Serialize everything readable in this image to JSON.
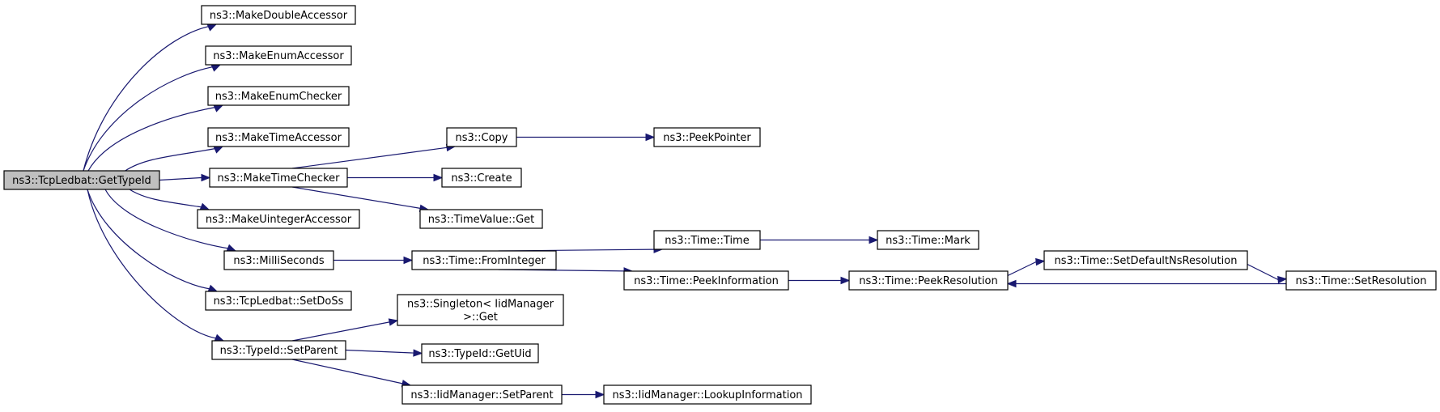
{
  "diagram": {
    "title": "",
    "edge_color": "#191970",
    "root_fill": "#bfbfbf",
    "nodes": [
      {
        "id": "root",
        "label": "ns3::TcpLedbat::GetTypeId",
        "root": true
      },
      {
        "id": "mkDblAcc",
        "label": "ns3::MakeDoubleAccessor"
      },
      {
        "id": "mkEnumAcc",
        "label": "ns3::MakeEnumAccessor"
      },
      {
        "id": "mkEnumChk",
        "label": "ns3::MakeEnumChecker"
      },
      {
        "id": "mkTimeAcc",
        "label": "ns3::MakeTimeAccessor"
      },
      {
        "id": "mkTimeChk",
        "label": "ns3::MakeTimeChecker"
      },
      {
        "id": "mkUintAcc",
        "label": "ns3::MakeUintegerAccessor"
      },
      {
        "id": "milli",
        "label": "ns3::MilliSeconds"
      },
      {
        "id": "setDoSs",
        "label": "ns3::TcpLedbat::SetDoSs"
      },
      {
        "id": "tidSetParent",
        "label": "ns3::TypeId::SetParent"
      },
      {
        "id": "copy",
        "label": "ns3::Copy"
      },
      {
        "id": "peekPtr",
        "label": "ns3::PeekPointer"
      },
      {
        "id": "create",
        "label": "ns3::Create"
      },
      {
        "id": "tvGet",
        "label": "ns3::TimeValue::Get"
      },
      {
        "id": "fromInt",
        "label": "ns3::Time::FromInteger"
      },
      {
        "id": "timeTime",
        "label": "ns3::Time::Time"
      },
      {
        "id": "timeMark",
        "label": "ns3::Time::Mark"
      },
      {
        "id": "peekInfo",
        "label": "ns3::Time::PeekInformation"
      },
      {
        "id": "peekRes",
        "label": "ns3::Time::PeekResolution"
      },
      {
        "id": "setDefRes",
        "label": "ns3::Time::SetDefaultNsResolution"
      },
      {
        "id": "setRes",
        "label": "ns3::Time::SetResolution"
      },
      {
        "id": "singleton",
        "label": [
          "ns3::Singleton< IidManager",
          ">::Get"
        ]
      },
      {
        "id": "getUid",
        "label": "ns3::TypeId::GetUid"
      },
      {
        "id": "iidSetParent",
        "label": "ns3::IidManager::SetParent"
      },
      {
        "id": "lookupInfo",
        "label": "ns3::IidManager::LookupInformation"
      }
    ],
    "edges": [
      [
        "root",
        "mkDblAcc"
      ],
      [
        "root",
        "mkEnumAcc"
      ],
      [
        "root",
        "mkEnumChk"
      ],
      [
        "root",
        "mkTimeAcc"
      ],
      [
        "root",
        "mkTimeChk"
      ],
      [
        "root",
        "mkUintAcc"
      ],
      [
        "root",
        "milli"
      ],
      [
        "root",
        "setDoSs"
      ],
      [
        "root",
        "tidSetParent"
      ],
      [
        "mkTimeChk",
        "copy"
      ],
      [
        "mkTimeChk",
        "create"
      ],
      [
        "mkTimeChk",
        "tvGet"
      ],
      [
        "copy",
        "peekPtr"
      ],
      [
        "milli",
        "fromInt"
      ],
      [
        "fromInt",
        "timeTime"
      ],
      [
        "fromInt",
        "peekInfo"
      ],
      [
        "timeTime",
        "timeMark"
      ],
      [
        "peekInfo",
        "peekRes"
      ],
      [
        "peekRes",
        "setDefRes"
      ],
      [
        "setDefRes",
        "setRes"
      ],
      [
        "setRes",
        "peekRes"
      ],
      [
        "tidSetParent",
        "singleton"
      ],
      [
        "tidSetParent",
        "getUid"
      ],
      [
        "tidSetParent",
        "iidSetParent"
      ],
      [
        "iidSetParent",
        "lookupInfo"
      ]
    ]
  }
}
